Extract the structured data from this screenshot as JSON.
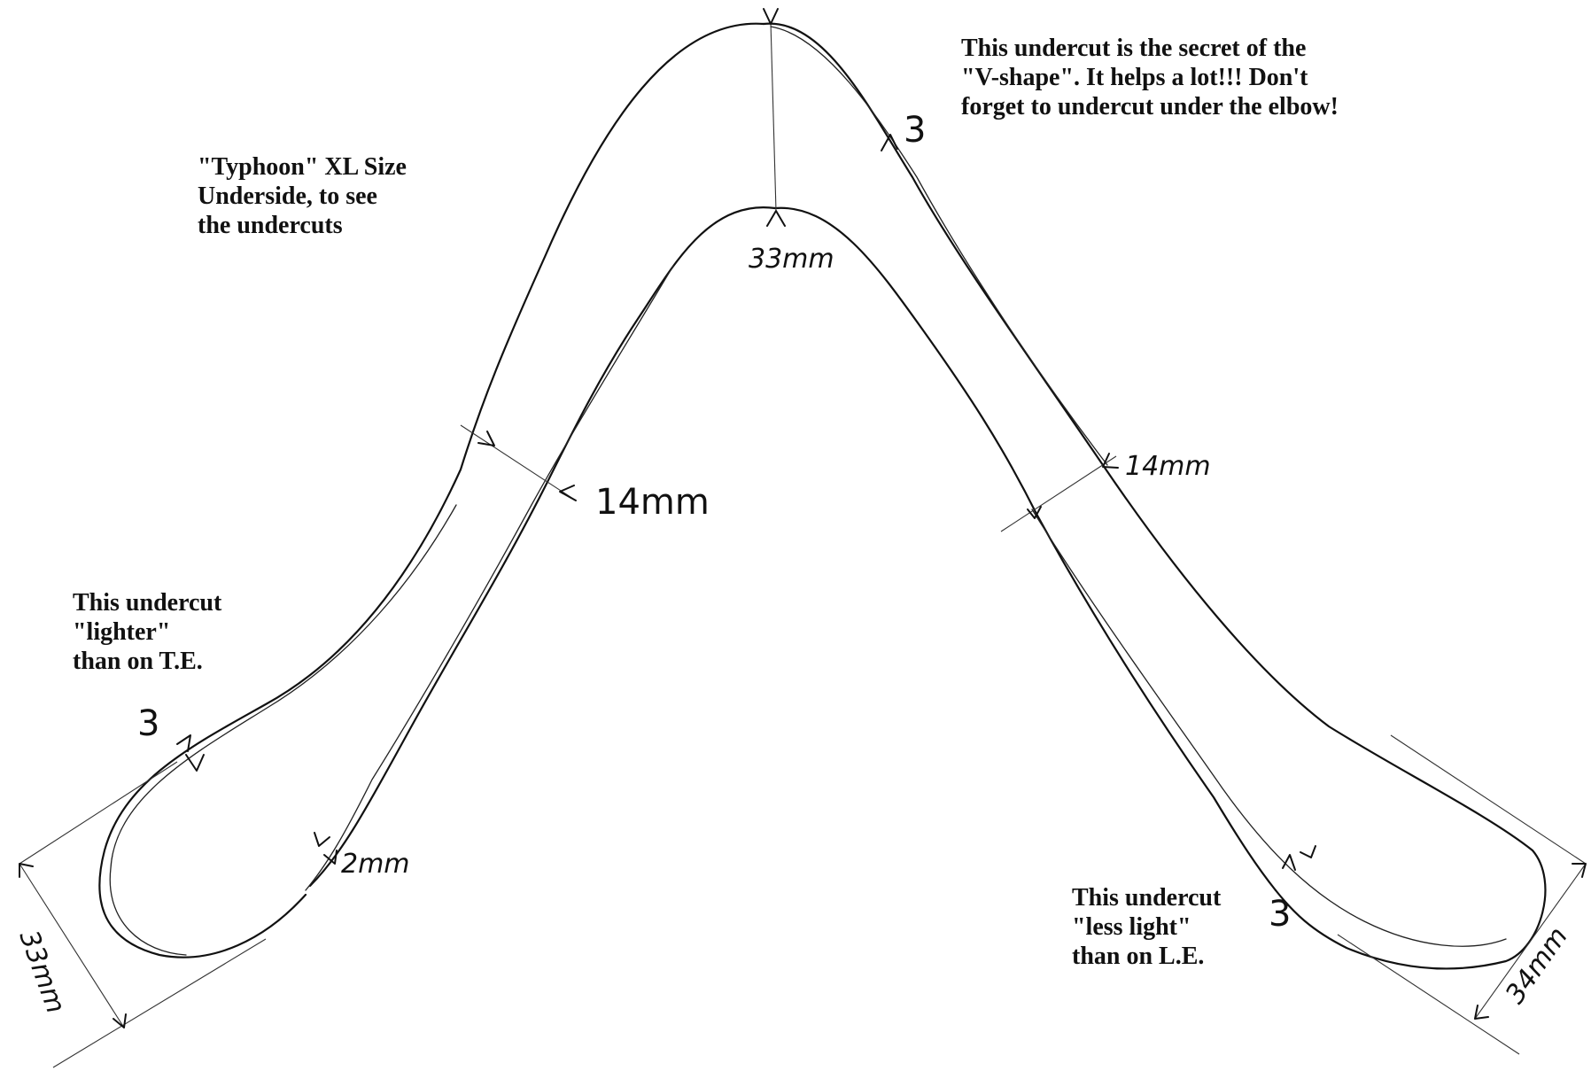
{
  "title_note": {
    "line1": "\"Typhoon\" XL Size",
    "line2": "Underside, to see",
    "line3": "the undercuts"
  },
  "elbow_note": {
    "line1": "This undercut is the secret of the",
    "line2": "\"V-shape\". It helps a lot!!! Don't",
    "line3": "forget to undercut under the elbow!"
  },
  "left_tip_note": {
    "line1": "This undercut",
    "line2": "\"lighter\"",
    "line3": "than on T.E."
  },
  "right_tip_note": {
    "line1": "This undercut",
    "line2": "\"less light\"",
    "line3": "than on L.E."
  },
  "dimensions": {
    "elbow_width": "33mm",
    "left_arm_width": "14mm",
    "right_arm_width": "14mm",
    "left_tip_width": "33mm",
    "right_tip_width": "34mm",
    "left_edge_undercut": "2mm",
    "elbow_undercut": "3",
    "left_tip_undercut": "3",
    "right_tip_undercut": "3"
  }
}
